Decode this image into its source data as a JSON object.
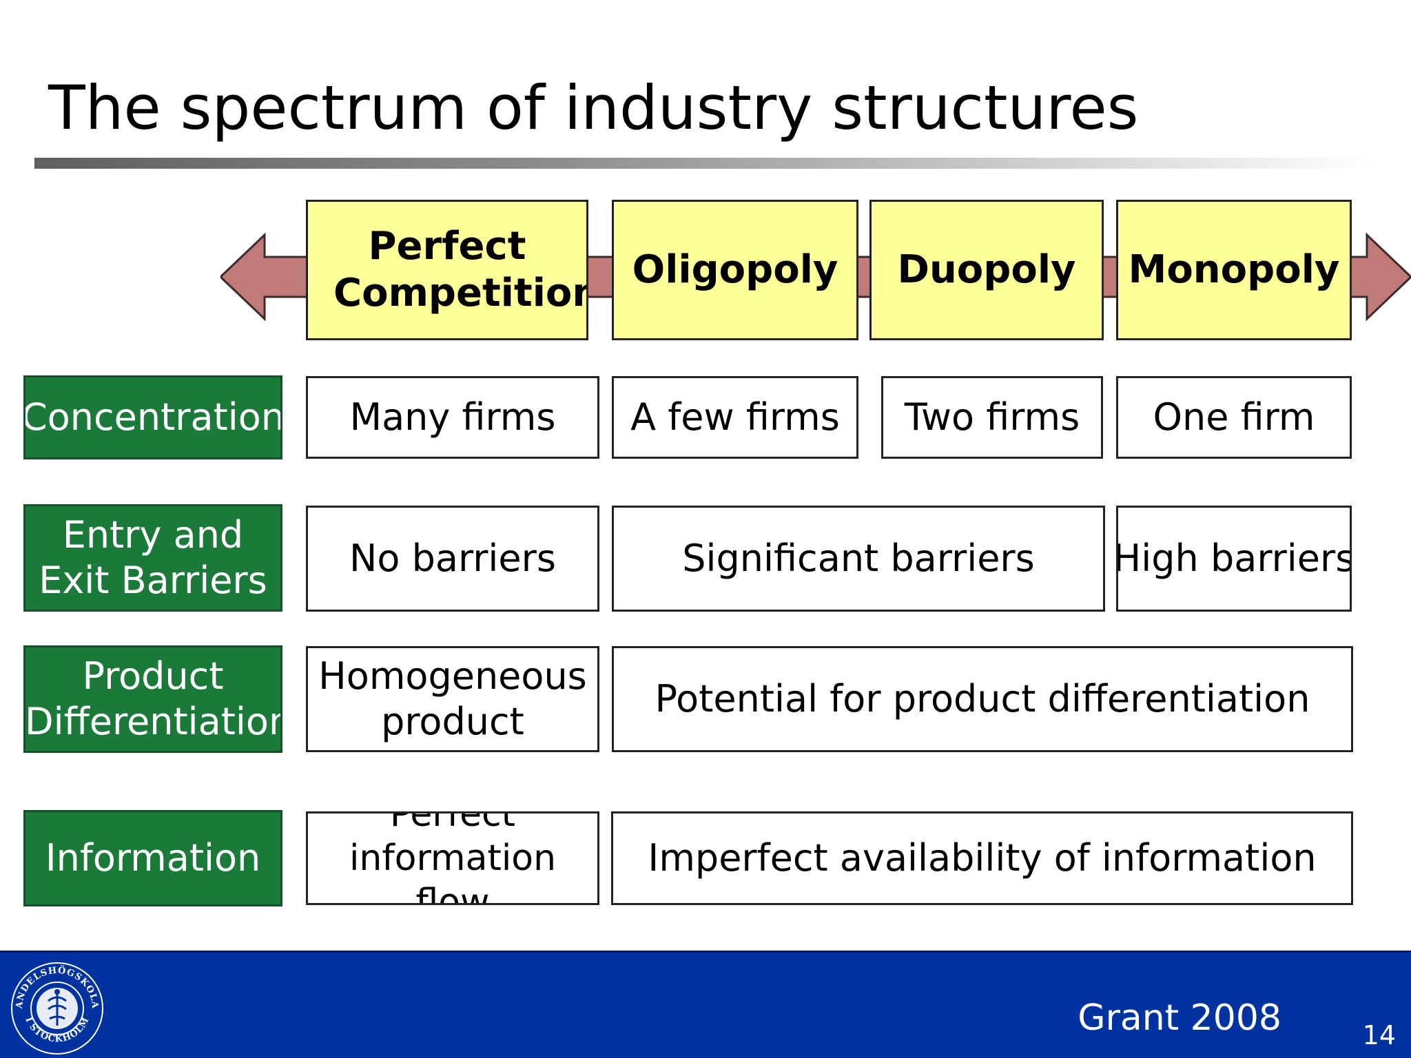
{
  "slide": {
    "title": "The spectrum of industry structures",
    "source": "Grant 2008",
    "page_number": "14",
    "logo_text_top": "HANDELSHÖGSKOLAN",
    "logo_text_bottom": "I STOCKHOLM"
  },
  "structures": [
    "Perfect Competition",
    "Oligopoly",
    "Duopoly",
    "Monopoly"
  ],
  "rows": [
    {
      "label": "Concentration",
      "cells": [
        "Many firms",
        "A few firms",
        "Two firms",
        "One firm"
      ]
    },
    {
      "label": "Entry and Exit Barriers",
      "cells": [
        "No barriers",
        "Significant barriers",
        "High barriers"
      ]
    },
    {
      "label": "Product Differentiation",
      "cells": [
        "Homogeneous product",
        "Potential for product differentiation"
      ]
    },
    {
      "label": "Information",
      "cells": [
        "Perfect information flow",
        "Imperfect availability of information"
      ]
    }
  ],
  "colors": {
    "structure_fill": "#ffff99",
    "label_fill": "#1b7a3a",
    "arrow_fill": "#c07a78",
    "footer_fill": "#0033a0"
  },
  "icons": {
    "arrow": "double-headed-arrow-icon",
    "logo": "school-seal-icon"
  }
}
